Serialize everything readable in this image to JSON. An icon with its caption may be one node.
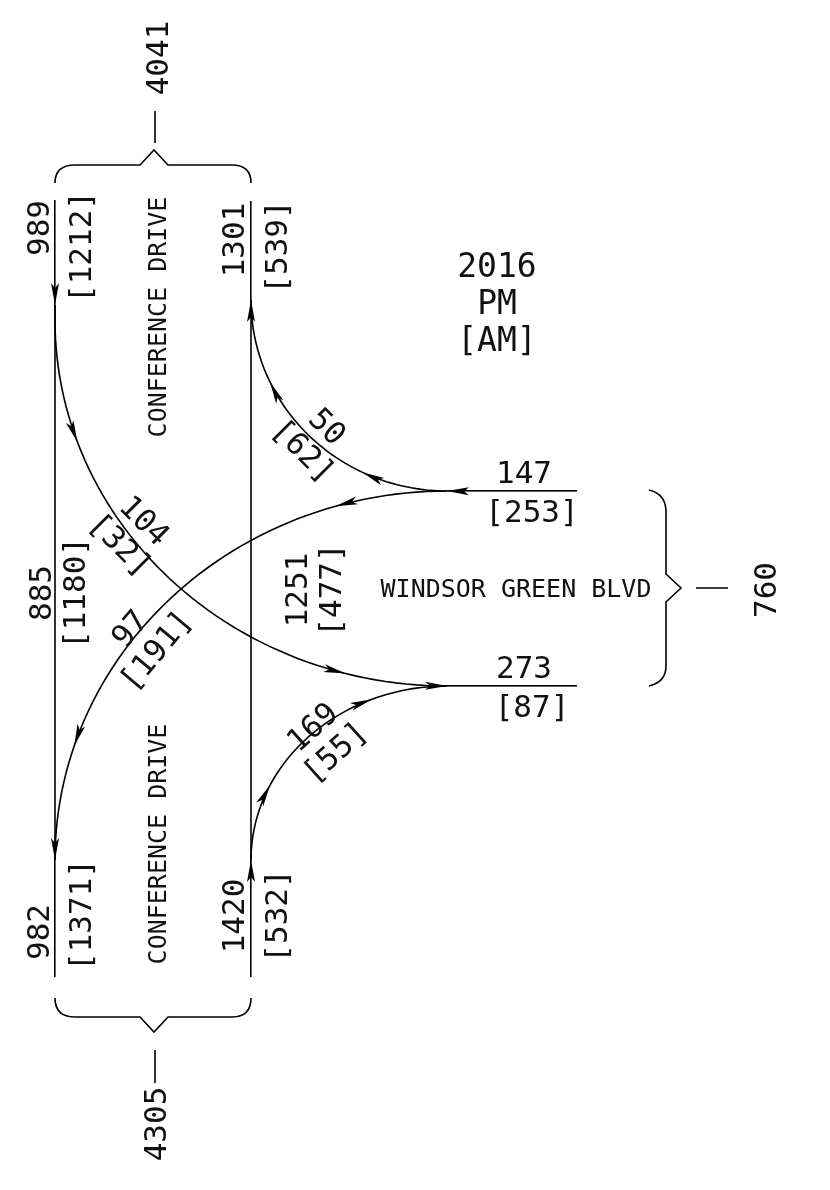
{
  "diagram": {
    "nodes": [
      {
        "text": [
          "989",
          "[1212]"
        ]
      },
      {
        "text": [
          "1301",
          "[539]"
        ]
      },
      {
        "text": [
          "147",
          "[253]"
        ]
      },
      {
        "text": [
          "273",
          "[87]"
        ]
      },
      {
        "text": [
          "982",
          "[1371]"
        ]
      },
      {
        "text": [
          "1420",
          "[532]"
        ]
      }
    ],
    "edges": [
      {
        "from": 0,
        "to": 4,
        "arrow": "to",
        "label": "885 [1180]"
      },
      {
        "from": 5,
        "to": 1,
        "arrow": "to",
        "label": "1251 [477]"
      },
      {
        "from": 0,
        "to": 3,
        "arrow": "to",
        "label": "104 [32]"
      },
      {
        "from": 2,
        "to": 4,
        "arrow": "to",
        "label": "97 [191]"
      },
      {
        "from": 2,
        "to": 1,
        "arrow": "to",
        "label": "50 [62]"
      },
      {
        "from": 5,
        "to": 3,
        "arrow": "to",
        "label": "169 [55]"
      }
    ],
    "labels": [
      "4041",
      "2016 PM [AM]",
      "CONFERENCE DRIVE",
      "WINDSOR GREEN BLVD",
      "760",
      "CONFERENCE DRIVE",
      "4305"
    ]
  }
}
